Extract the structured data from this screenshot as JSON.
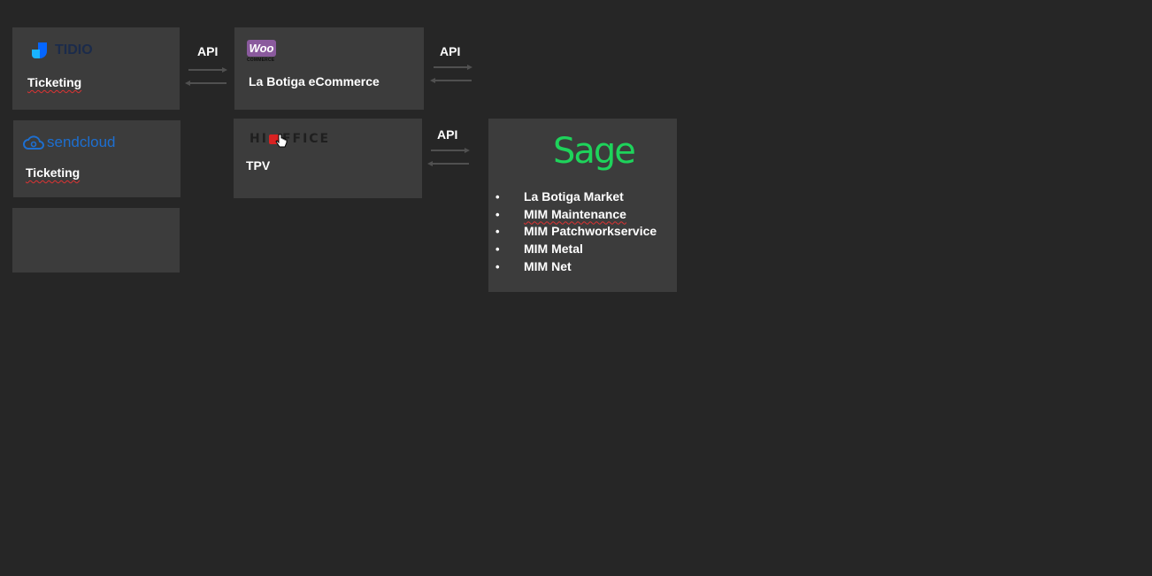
{
  "boxes": {
    "tidio": {
      "logo_text": "TIDIO",
      "label": "Ticketing"
    },
    "sendcloud": {
      "logo_text": "sendcloud",
      "label": "Ticketing"
    },
    "woocommerce": {
      "logo_text": "Woo",
      "logo_subtext": "COMMERCE",
      "label": "La Botiga eCommerce"
    },
    "hioffice": {
      "logo_text_left": "HI",
      "logo_text_right": "FFICE",
      "label": "TPV"
    },
    "sage": {
      "logo_text": "Sage",
      "items": [
        "La Botiga Market",
        "MIM Maintenance",
        "MIM Patchworkservice",
        "MIM Metal",
        "MIM Net"
      ]
    }
  },
  "connectors": {
    "tidio_woo": "API",
    "woo_right": "API",
    "hioffice_sage": "API"
  },
  "colors": {
    "background": "#262626",
    "box": "#3c3c3c",
    "tidio_brand": "#1b2b4b",
    "sendcloud_brand": "#1d6fd1",
    "woo_brand": "#8a5a9d",
    "hioffice_accent": "#d92222",
    "sage_brand": "#1ed35b"
  }
}
